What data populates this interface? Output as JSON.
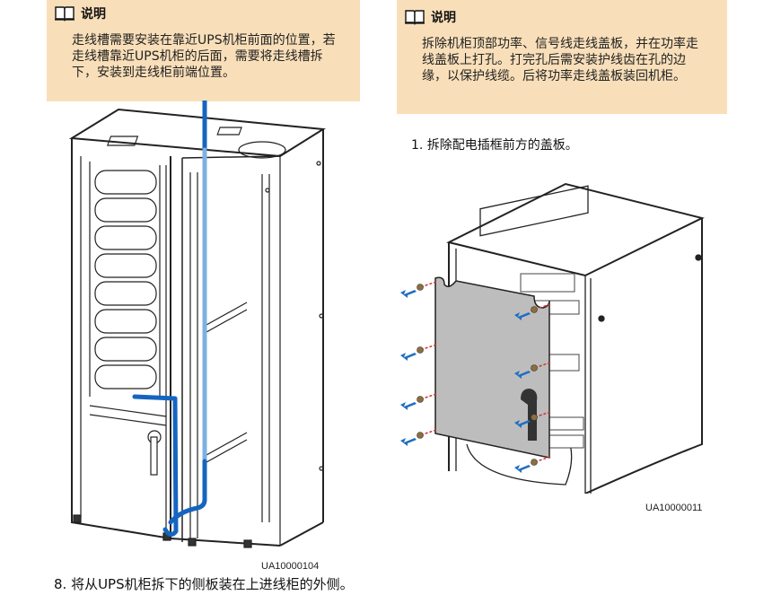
{
  "notes": [
    {
      "icon": "book-icon",
      "title": "说明",
      "body": "走线槽需要安装在靠近UPS机柜前面的位置，若走线槽靠近UPS机柜的后面，需要将走线槽拆下，安装到走线柜前端位置。"
    },
    {
      "icon": "book-icon",
      "title": "说明",
      "body": "拆除机柜顶部功率、信号线走线盖板，并在功率走线盖板上打孔。打完孔后需安装护线齿在孔的边缘，以保护线缆。后将功率走线盖板装回机柜。"
    }
  ],
  "steps": {
    "step1": "1.  拆除配电插框前方的盖板。",
    "step8": "8.  将从UPS机柜拆下的侧板装在上进线柜的外侧。"
  },
  "figures": {
    "left_caption": "UA10000104",
    "right_caption": "UA10000011"
  },
  "colors": {
    "note_bg": "#f9dfb9",
    "cable_blue": "#1565c0",
    "arrow_blue": "#1e6fc0",
    "panel_gray": "#bdbdbd",
    "screw_red": "#d32f2f"
  }
}
